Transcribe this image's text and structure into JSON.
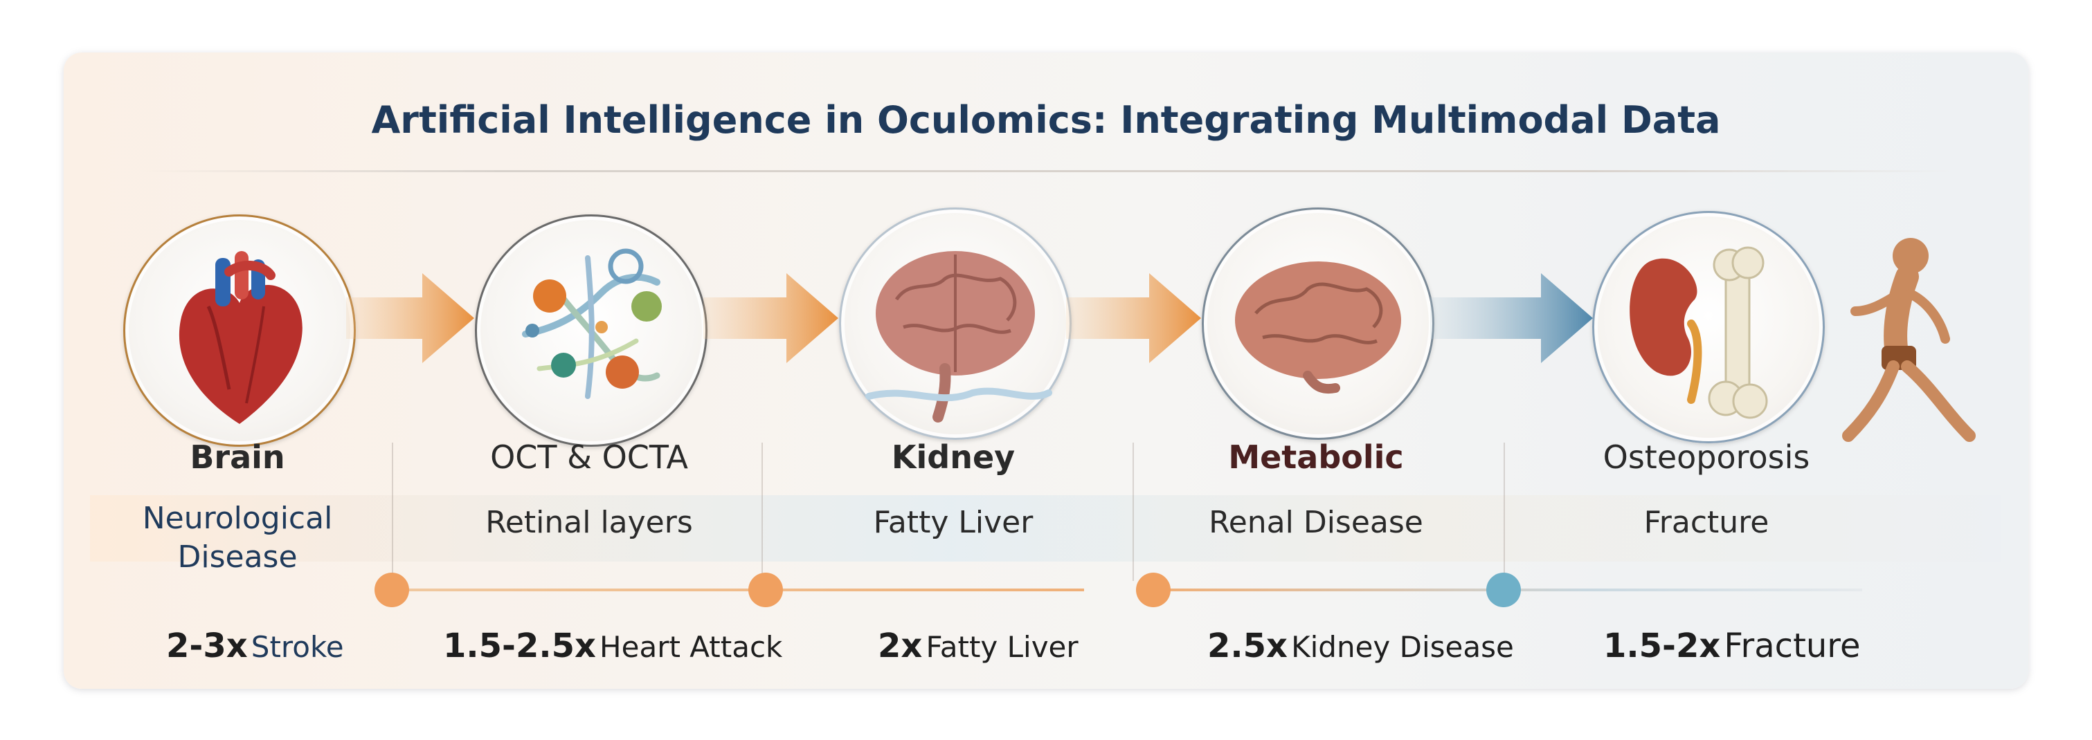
{
  "title": "Artificial Intelligence in Oculomics: Integrating Multimodal Data",
  "stages": [
    {
      "header": "Brain",
      "sub1": "Neurological",
      "sub2": "Disease",
      "mult": "2-3x",
      "effect": "Stroke",
      "icon": "heart-icon"
    },
    {
      "header": "OCT & OCTA",
      "sub1": "Retinal layers",
      "sub2": "",
      "mult": "1.5-2.5x",
      "effect": "Heart Attack",
      "icon": "molecular-network-icon"
    },
    {
      "header": "Kidney",
      "sub1": "Fatty Liver",
      "sub2": "",
      "mult": "2x",
      "effect": "Fatty Liver",
      "icon": "brain-icon"
    },
    {
      "header": "Metabolic",
      "sub1": "Renal Disease",
      "sub2": "",
      "mult": "2.5x",
      "effect": "Kidney Disease",
      "icon": "brain-icon"
    },
    {
      "header": "Osteoporosis",
      "sub1": "Fracture",
      "sub2": "",
      "mult": "1.5-2x",
      "effect": "Fracture",
      "icon": "kidney-bone-icon"
    }
  ],
  "colors": {
    "orange": "#e8a05a",
    "blue": "#5a8fb0",
    "title": "#1f3a5b",
    "dot_orange": "#f0a060",
    "dot_blue": "#6fb0c8"
  },
  "extra_icons": [
    "runner-icon"
  ]
}
